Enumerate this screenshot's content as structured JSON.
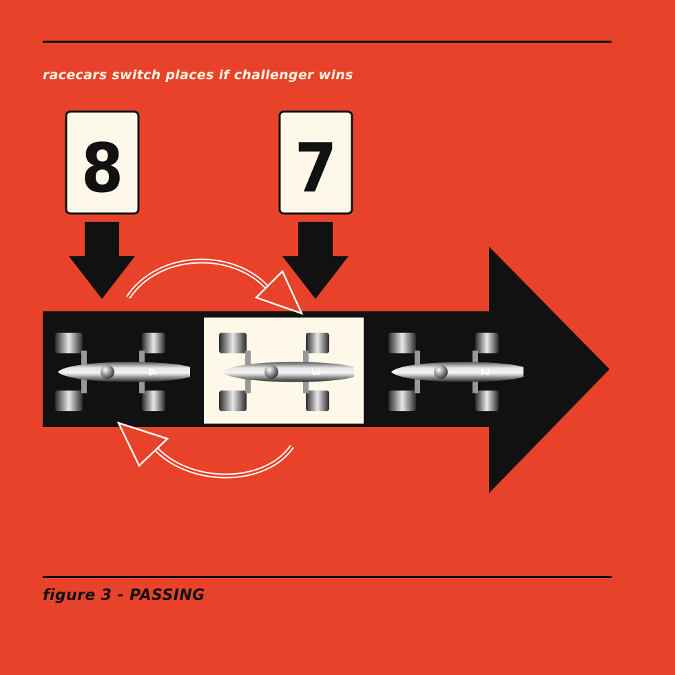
{
  "caption": "racecars switch places if challenger wins",
  "figure_label": "figure 3 - PASSING",
  "colors": {
    "background": "#e8432a",
    "ink": "#111111",
    "card": "#fdf8e8"
  },
  "cards": [
    {
      "value": "8",
      "target": "car-4"
    },
    {
      "value": "7",
      "target": "car-3"
    }
  ],
  "cars": [
    {
      "number": "4",
      "highlighted": false
    },
    {
      "number": "3",
      "highlighted": true
    },
    {
      "number": "2",
      "highlighted": false
    }
  ],
  "icons": {
    "swap_top": "curved-arrow-right-icon",
    "swap_bottom": "curved-arrow-left-icon",
    "track": "track-arrow-icon",
    "pointer": "down-arrow-icon"
  }
}
